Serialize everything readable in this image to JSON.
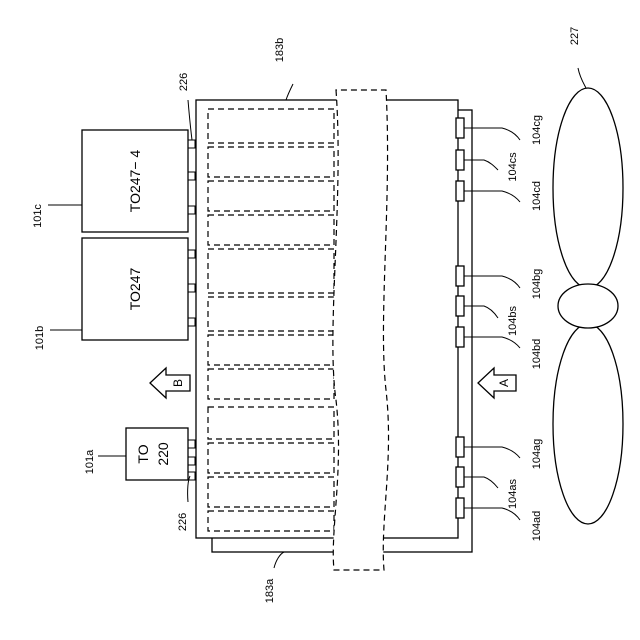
{
  "labels": {
    "board_top": "183b",
    "board_bottom": "183a",
    "fan": "227",
    "pin_top": "226",
    "pin_bottom": "226",
    "pkg_a": "101a",
    "pkg_b": "101b",
    "pkg_c": "101c",
    "text_c": "TO247− 4",
    "text_b": "TO247",
    "text_a_line1": "TO",
    "text_a_line2": "220",
    "arrow_b": "B",
    "arrow_a": "A",
    "r_104cg": "104cg",
    "r_104cs": "104cs",
    "r_104cd": "104cd",
    "r_104bg": "104bg",
    "r_104bs": "104bs",
    "r_104bd": "104bd",
    "r_104ag": "104ag",
    "r_104as": "104as",
    "r_104ad": "104ad"
  }
}
